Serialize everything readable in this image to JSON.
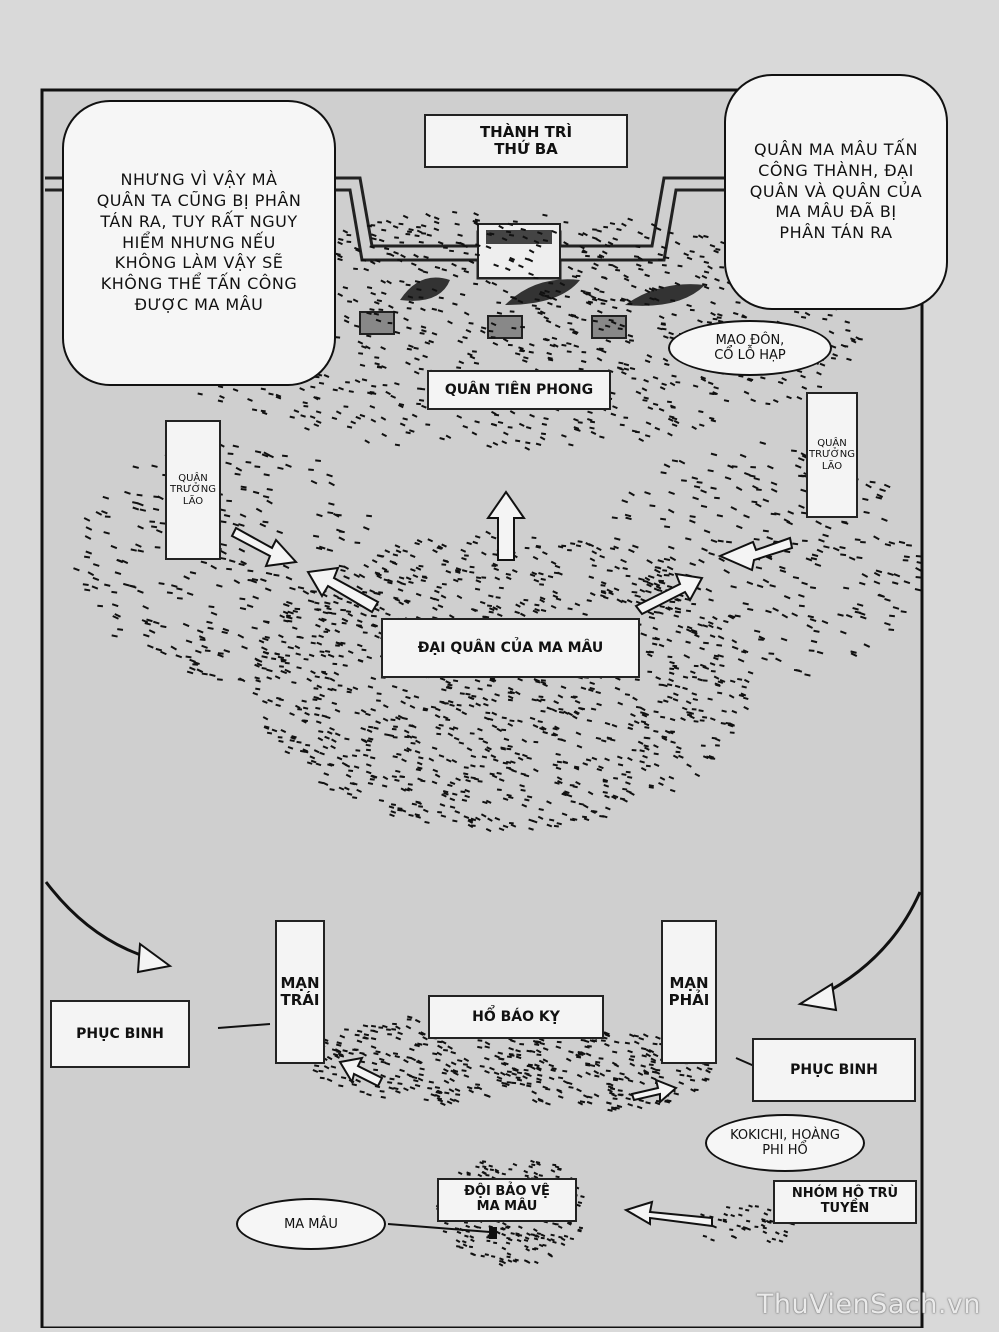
{
  "bubbles": {
    "top_left": "NHƯNG VÌ VẬY MÀ\nQUÂN TA CŨNG BỊ PHÂN\nTÁN RA, TUY RẤT NGUY\nHIỂM NHƯNG NẾU\nKHÔNG LÀM VẬY SẼ\nKHÔNG THỂ TẤN CÔNG\nĐƯỢC MA MÂU",
    "top_right": "QUÂN MA MÂU TẤN\nCÔNG THÀNH, ĐẠI\nQUÂN VÀ QUÂN CỦA\nMA MÂU ĐÃ BỊ\nPHÂN TÁN RA",
    "mao_don": "MẠO ĐÔN,\nCỔ LỖ HẠP",
    "kokichi": "KOKICHI, HOÀNG\nPHI HỔ",
    "ma_mau": "MA MÂU"
  },
  "labels": {
    "castle": "THÀNH TRÌ\nTHỨ BA",
    "vanguard": "QUÂN TIÊN PHONG",
    "elder_left": "QUÂN\nTRƯỞNG\nLÃO",
    "elder_right": "QUÂN\nTRƯỞNG\nLÃO",
    "main_army": "ĐẠI QUÂN CỦA MA MÂU",
    "left_flank": "MẠN\nTRÁI",
    "right_flank": "MẠN\nPHẢI",
    "ambush_left": "PHỤC BINH",
    "ambush_right": "PHỤC BINH",
    "ho_bao_ky": "HỔ BÁO KỴ",
    "guard": "ĐỘI BẢO VỆ\nMA MÂU",
    "ho_tru_tuyen": "NHÓM HÔ TRÙ\nTUYỀN"
  },
  "watermark": "ThuVienSach.vn",
  "colors": {
    "ground": "#d9d9d9",
    "ink": "#111111",
    "paper": "#f4f4f4"
  }
}
